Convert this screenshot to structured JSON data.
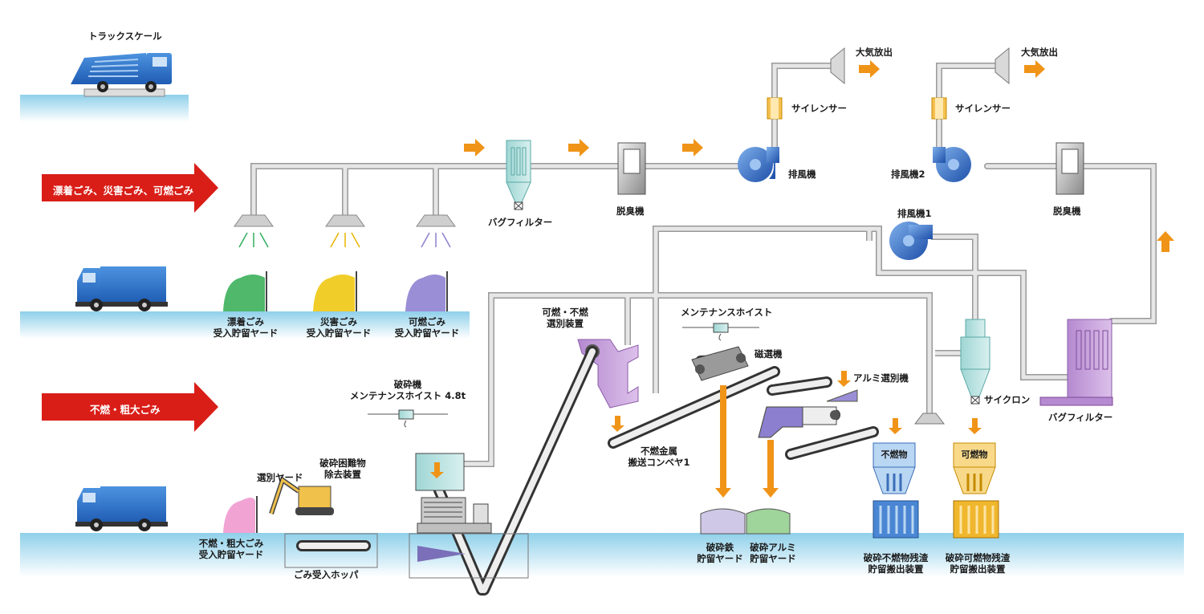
{
  "colors": {
    "pipe": "#c9c9c9",
    "ground": "#bfe4f3",
    "accent_arrow": "#f09418",
    "red_arrow": "#d91e18",
    "fan_blue": "#2f6fc8",
    "bagfilter_teal": "#b9e3e1",
    "purple": "#c79bd6",
    "iron_yard": "#cfc8e6",
    "alu_yard": "#9fd49b"
  },
  "labels": {
    "truck_scale": "トラックスケール",
    "inflow_combustible": "漂着ごみ、災害ごみ、可燃ごみ",
    "inflow_noncombustible": "不燃・粗大ごみ",
    "yard_drift": [
      "漂着ごみ",
      "受入貯留ヤード"
    ],
    "yard_disaster": [
      "災害ごみ",
      "受入貯留ヤード"
    ],
    "yard_combustible": [
      "可燃ごみ",
      "受入貯留ヤード"
    ],
    "bag_filter_top": "バグフィルター",
    "deodorizer_top": "脱臭機",
    "exhaust_fan": "排風機",
    "exhaust_fan_2": "排風機2",
    "exhaust_fan_1": "排風機1",
    "silencer_1": "サイレンサー",
    "silencer_2": "サイレンサー",
    "atmosphere_1": "大気放出",
    "atmosphere_2": "大気放出",
    "deodorizer_right": "脱臭機",
    "sorter": [
      "可燃・不燃",
      "選別装置"
    ],
    "maint_hoist": "メンテナンスホイスト",
    "magnetic_sep": "磁選機",
    "alu_sep": "アルミ選別機",
    "crusher_hoist": [
      "破砕機",
      "メンテナンスホイスト 4.8t"
    ],
    "metal_conveyor": [
      "不燃金属",
      "搬送コンベヤ1"
    ],
    "cyclone": "サイクロン",
    "bag_filter_right": "バグフィルター",
    "sort_yard": "選別ヤード",
    "difficult_removal": [
      "破砕困難物",
      "除去装置"
    ],
    "noncomb_yard": [
      "不燃・粗大ごみ",
      "受入貯留ヤード"
    ],
    "hopper": "ごみ受入ホッパ",
    "iron_yard": [
      "破砕鉄",
      "貯留ヤード"
    ],
    "alu_yard": [
      "破砕アルミ",
      "貯留ヤード"
    ],
    "noncomb_residue": [
      "破砕不燃物残渣",
      "貯留搬出装置"
    ],
    "comb_residue": [
      "破砕可燃物残渣",
      "貯留搬出装置"
    ],
    "bin_noncomb": "不燃物",
    "bin_comb": "可燃物"
  }
}
